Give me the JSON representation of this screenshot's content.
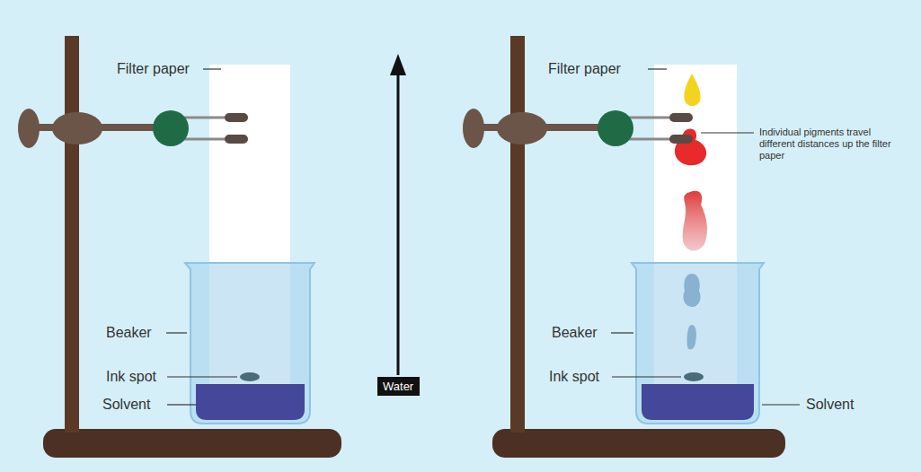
{
  "diagram": {
    "nodes": [
      {
        "text": [
          "Water"
        ]
      }
    ],
    "edges": [],
    "labels": [
      "Filter paper",
      "Beaker",
      "Ink spot",
      "Solvent",
      "Filter paper",
      "Individual pigments travel different distances up the filter paper",
      "Beaker",
      "Ink spot",
      "Solvent"
    ]
  }
}
